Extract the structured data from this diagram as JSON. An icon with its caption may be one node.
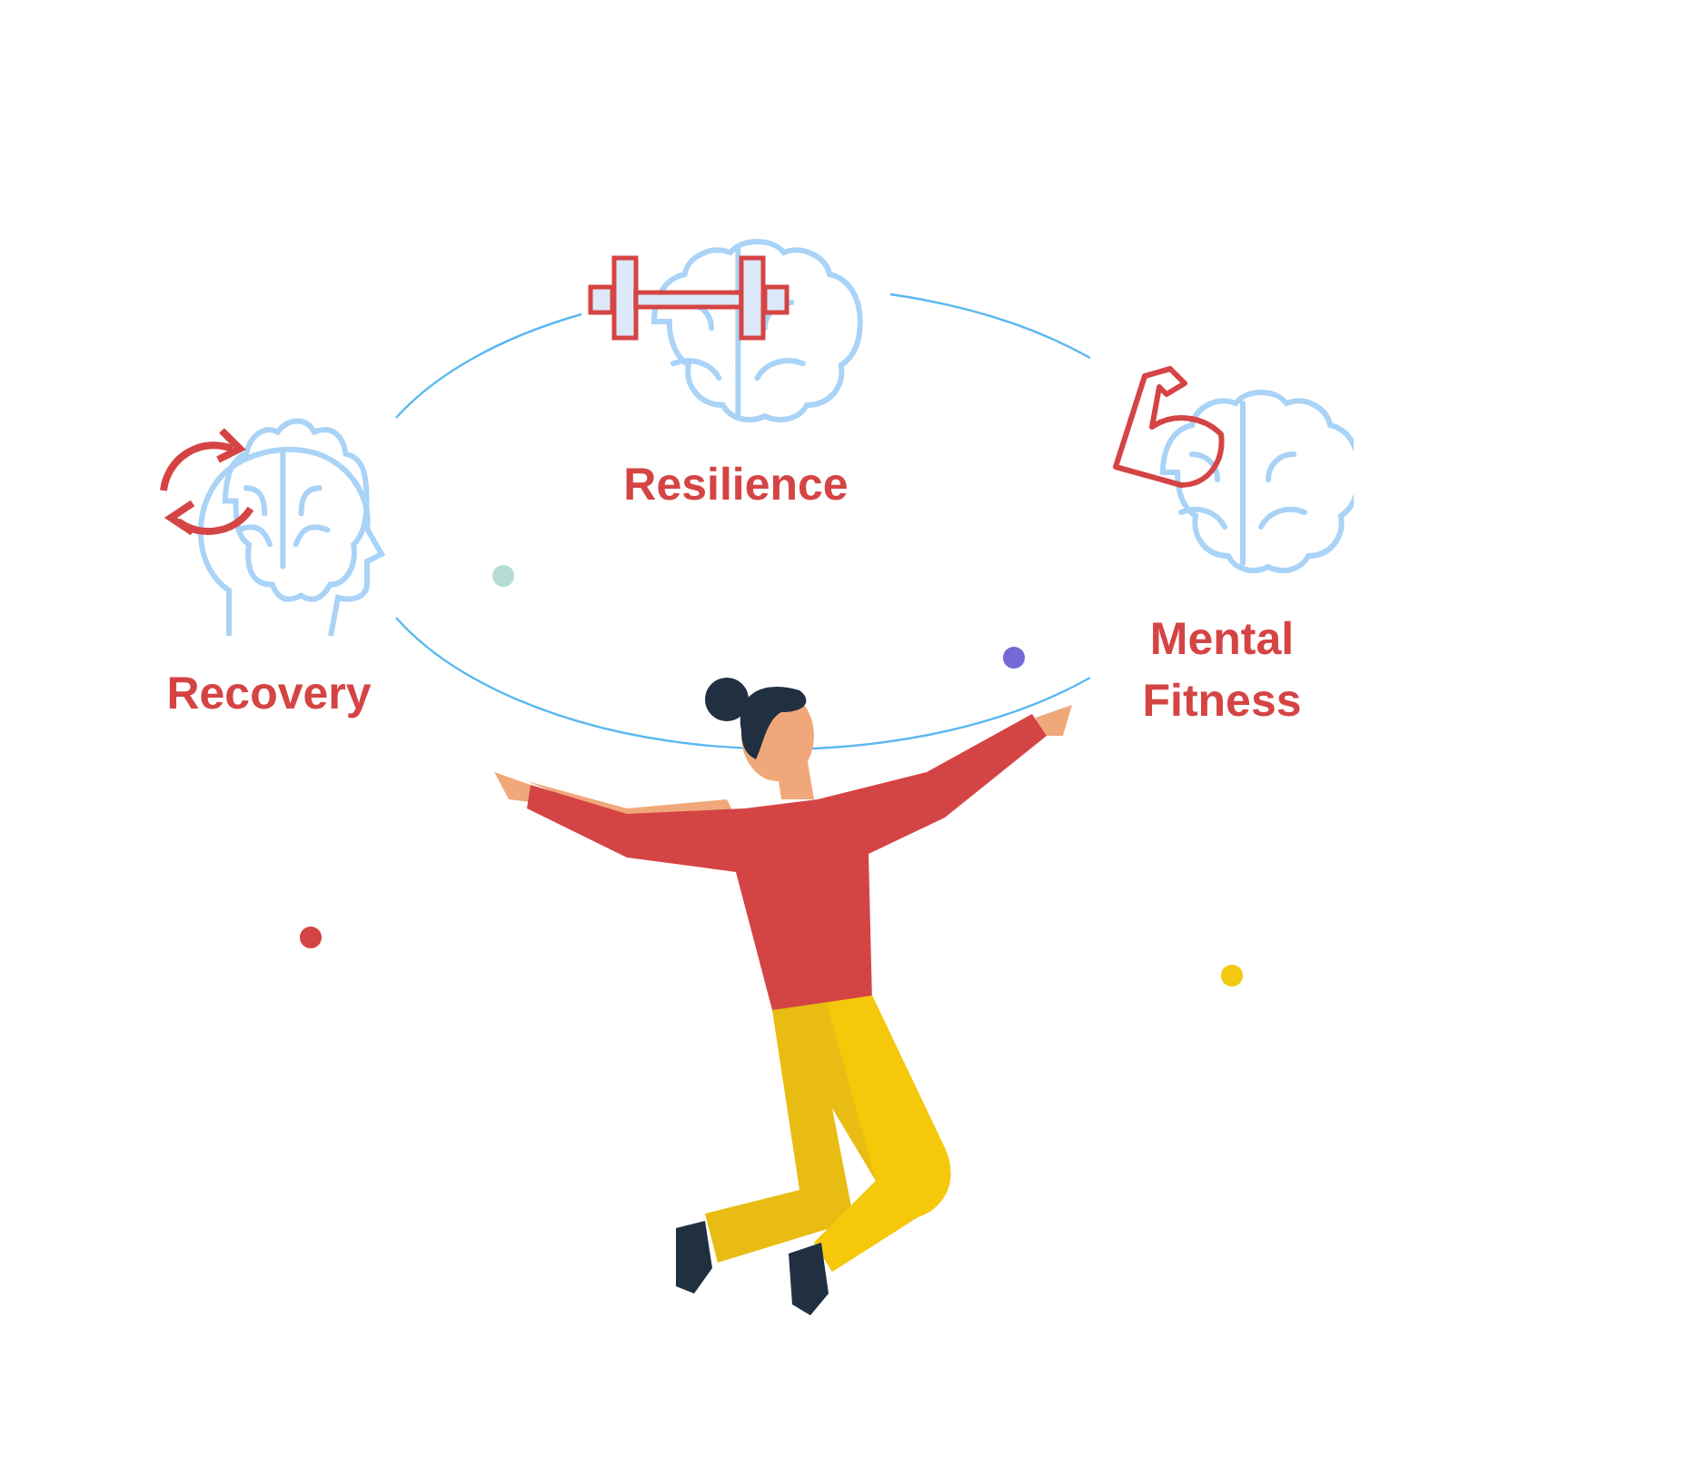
{
  "diagram": {
    "nodes": [
      {
        "text": [
          "Recovery"
        ]
      },
      {
        "text": [
          "Resilience"
        ]
      },
      {
        "text": [
          "Mental Fitness"
        ]
      }
    ],
    "edges": [
      {
        "from": 0,
        "to": 1,
        "arrow": "none"
      },
      {
        "from": 1,
        "to": 2,
        "arrow": "none"
      },
      {
        "from": 2,
        "to": 0,
        "arrow": "none"
      }
    ]
  }
}
